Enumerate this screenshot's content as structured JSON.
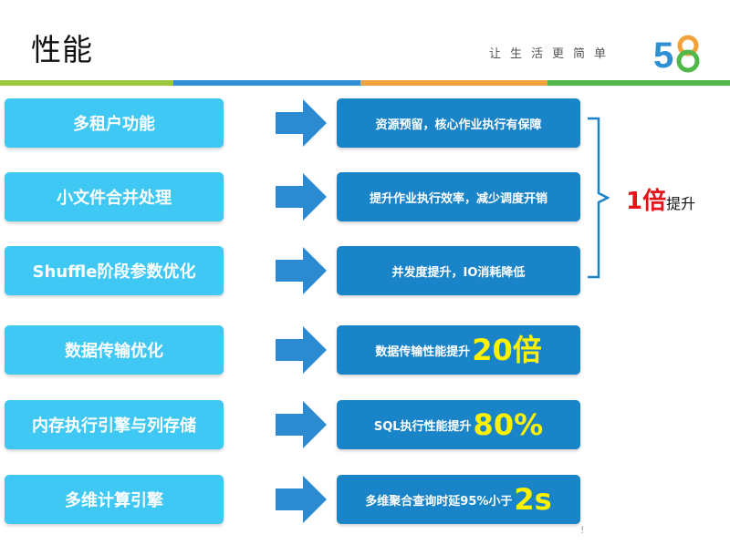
{
  "header": {
    "title": "性能",
    "slogan": "让生活更简单",
    "logo_text": "58",
    "stripe_colors": [
      "#9cc83d",
      "#2f8fd3",
      "#f2a13b",
      "#4fb848"
    ]
  },
  "colors": {
    "left_box": "#3ec8f3",
    "right_box": "#1a84c8",
    "arrow": "#2b8ad0",
    "highlight": "#fff200",
    "gain": "#e3151a"
  },
  "rows": [
    {
      "label": "多租户功能",
      "result": "资源预留，核心作业执行有保障",
      "highlight": ""
    },
    {
      "label": "小文件合并处理",
      "result": "提升作业执行效率，减少调度开销",
      "highlight": ""
    },
    {
      "label": "Shuffle阶段参数优化",
      "result": "并发度提升，IO消耗降低",
      "highlight": ""
    },
    {
      "label": "数据传输优化",
      "result": "数据传输性能提升",
      "highlight": "20倍"
    },
    {
      "label": "内存执行引擎与列存储",
      "result": "SQL执行性能提升",
      "highlight": "80%"
    },
    {
      "label": "多维计算引擎",
      "result": "多维聚合查询时延95%小于",
      "highlight": "2s"
    }
  ],
  "group_gain": {
    "value": "1倍",
    "text": "提升"
  },
  "corner_mark": "!"
}
